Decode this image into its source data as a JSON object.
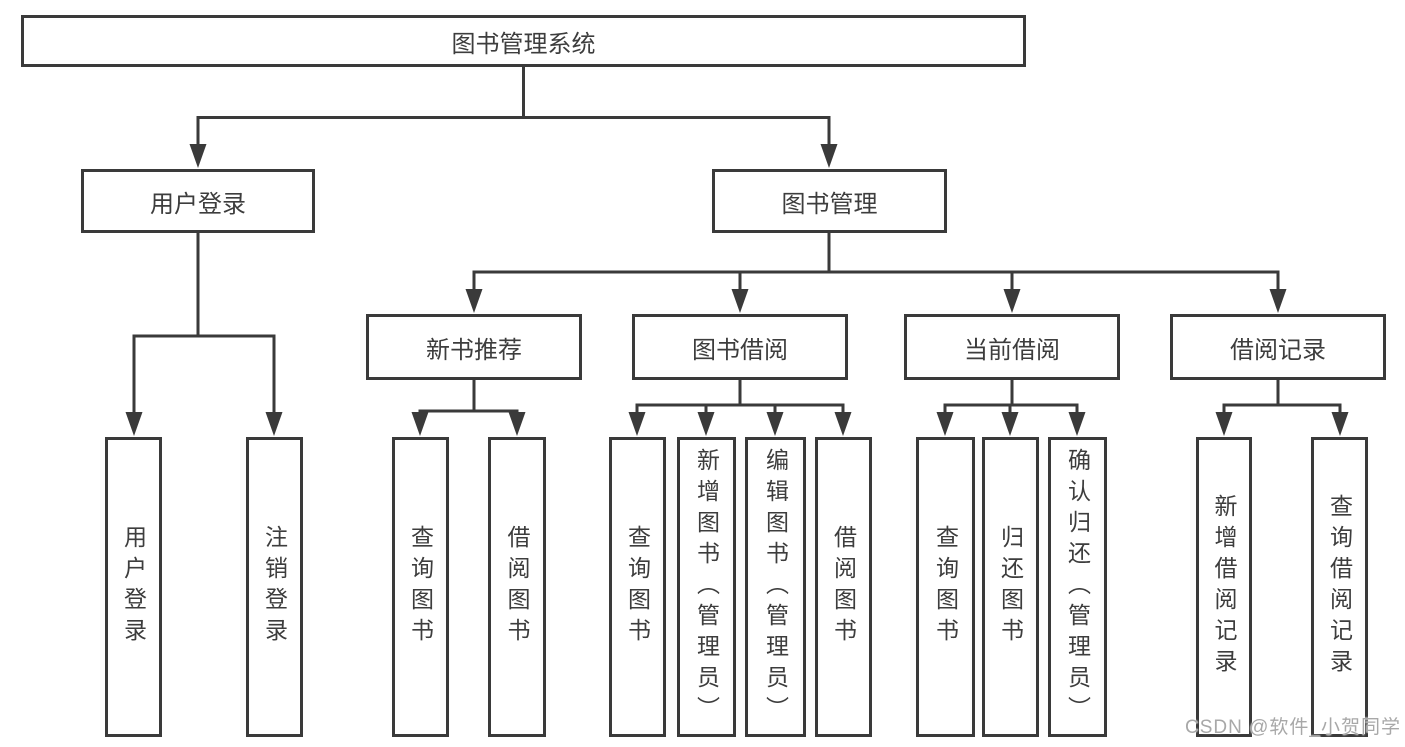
{
  "diagram": {
    "root": {
      "label": "图书管理系统"
    },
    "level2": [
      {
        "label": "用户登录",
        "children": [
          {
            "label": "用户登录"
          },
          {
            "label": "注销登录"
          }
        ]
      },
      {
        "label": "图书管理",
        "children": [
          {
            "label": "新书推荐",
            "children": [
              {
                "label": "查询图书"
              },
              {
                "label": "借阅图书"
              }
            ]
          },
          {
            "label": "图书借阅",
            "children": [
              {
                "label": "查询图书"
              },
              {
                "label": "新增图书（管理员）"
              },
              {
                "label": "编辑图书（管理员）"
              },
              {
                "label": "借阅图书"
              }
            ]
          },
          {
            "label": "当前借阅",
            "children": [
              {
                "label": "查询图书"
              },
              {
                "label": "归还图书"
              },
              {
                "label": "确认归还（管理员）"
              }
            ]
          },
          {
            "label": "借阅记录",
            "children": [
              {
                "label": "新增借阅记录"
              },
              {
                "label": "查询借阅记录"
              }
            ]
          }
        ]
      }
    ]
  },
  "watermark": {
    "text": "CSDN @软件_小贺同学"
  },
  "colors": {
    "line": "#3a3a3a",
    "text": "#3d3d3d",
    "watermark": "#a8a8a8"
  }
}
